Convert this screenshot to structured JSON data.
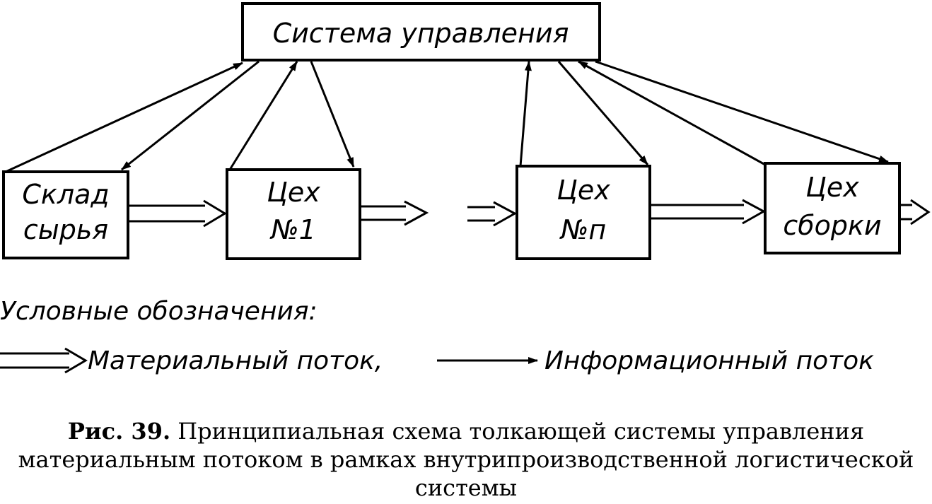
{
  "nodes": {
    "control": "Система управления",
    "warehouse": [
      "Склад",
      "сырья"
    ],
    "shop1": [
      "Цех",
      "№1"
    ],
    "shopN": [
      "Цех",
      "№п"
    ],
    "assembly": [
      "Цех",
      "сборки"
    ]
  },
  "legend": {
    "title": "Условные обозначения:",
    "material": "Материальный поток,",
    "information": "Информационный поток"
  },
  "caption": {
    "figure_number": "Рис. 39.",
    "text": "Принципиальная схема толкающей системы управления материальным потоком в рамках внутрипроизводственной логистической системы"
  }
}
